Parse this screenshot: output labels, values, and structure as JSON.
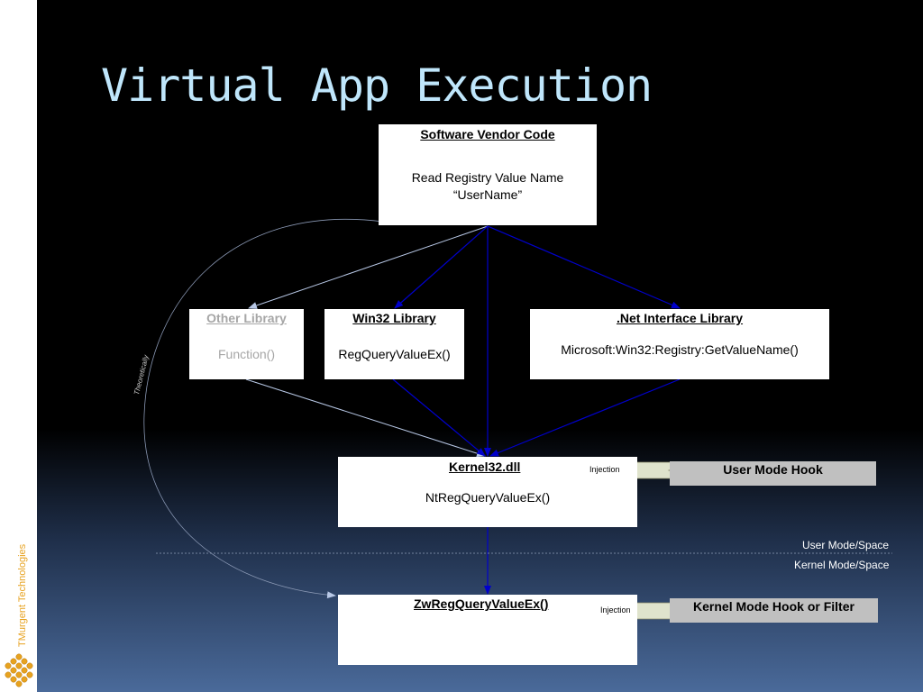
{
  "title": "Virtual App Execution",
  "brand": {
    "name": "TMurgent Technologies",
    "accent_color": "#e7a21f",
    "logo_icon": "hex-cluster-logo"
  },
  "colors": {
    "title": "#bfe6fb",
    "arrow_primary": "#0000cc",
    "arrow_secondary": "#b8c8e6",
    "hook_bg": "#c0c0c0",
    "injection_arrow": "#dfe3cc"
  },
  "boxes": {
    "vendor": {
      "heading": "Software Vendor Code",
      "body_line1": "Read Registry Value Name",
      "body_line2": "“UserName”"
    },
    "other": {
      "heading": "Other Library",
      "body": "Function()"
    },
    "win32": {
      "heading": "Win32 Library",
      "body": "RegQueryValueEx()"
    },
    "net": {
      "heading": ".Net Interface Library",
      "body": "Microsoft:Win32:Registry:GetValueName()"
    },
    "kernel32": {
      "heading": "Kernel32.dll",
      "body": "NtRegQueryValueEx()"
    },
    "zw": {
      "heading": "ZwRegQueryValueEx()"
    }
  },
  "hooks": {
    "user": "User Mode Hook",
    "kernel": "Kernel Mode Hook or Filter",
    "injection_label": "Injection"
  },
  "modes": {
    "user": "User Mode/Space",
    "kernel": "Kernel Mode/Space"
  },
  "theoretically": "Theoretically"
}
